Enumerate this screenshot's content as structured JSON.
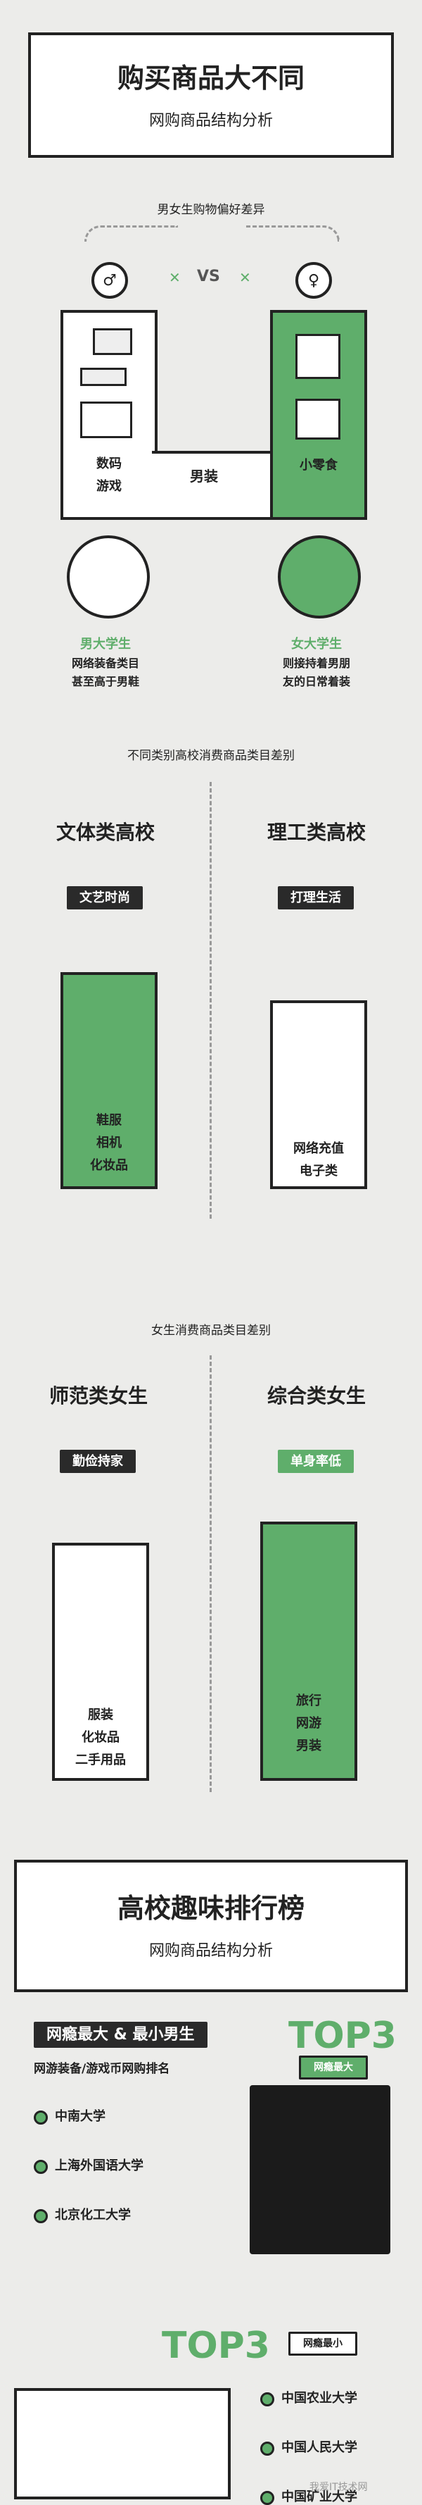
{
  "header": {
    "title": "购买商品大不同",
    "subtitle": "网购商品结构分析"
  },
  "gender": {
    "section_title": "男女生购物偏好差异",
    "vs": "VS",
    "male_items": [
      "数码",
      "游戏"
    ],
    "middle_label": "男装",
    "female_items": [
      "小零食"
    ],
    "male_title": "男大学生",
    "male_desc": [
      "网络装备类目",
      "甚至高于男鞋"
    ],
    "female_title": "女大学生",
    "female_desc": [
      "则接持着男朋",
      "友的日常着装"
    ]
  },
  "school": {
    "section_title": "不同类别高校消费商品类目差别",
    "left_heading": "文体类高校",
    "left_tag": "文艺时尚",
    "left_items": [
      "鞋服",
      "相机",
      "化妆品"
    ],
    "right_heading": "理工类高校",
    "right_tag": "打理生活",
    "right_items": [
      "网络充值",
      "电子类"
    ]
  },
  "female": {
    "section_title": "女生消费商品类目差别",
    "left_heading": "师范类女生",
    "left_tag": "勤俭持家",
    "left_items": [
      "服装",
      "化妆品",
      "二手用品"
    ],
    "right_heading": "综合类女生",
    "right_tag": "单身率低",
    "right_items": [
      "旅行",
      "网游",
      "男装"
    ]
  },
  "ranking": {
    "title": "高校趣味排行榜",
    "subtitle": "网购商品结构分析",
    "tag": "网瘾最大 & 最小男生",
    "desc": "网游装备/游戏币网购排名",
    "top_label": "TOP3",
    "top_tag": "网瘾最大",
    "top_list": [
      "中南大学",
      "上海外国语大学",
      "北京化工大学"
    ],
    "bottom_label": "TOP3",
    "bottom_tag": "网瘾最小",
    "bottom_list": [
      "中国农业大学",
      "中国人民大学",
      "中国矿业大学"
    ]
  },
  "watermark": "我爱IT技术网"
}
